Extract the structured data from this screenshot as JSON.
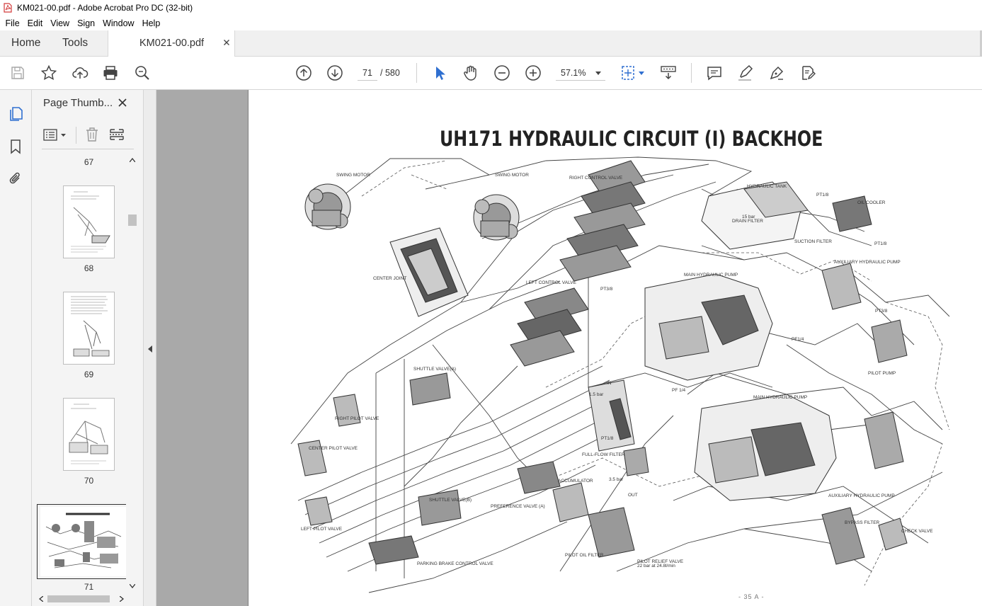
{
  "window": {
    "title": "KM021-00.pdf - Adobe Acrobat Pro DC (32-bit)"
  },
  "menu": [
    "File",
    "Edit",
    "View",
    "Sign",
    "Window",
    "Help"
  ],
  "tabs": {
    "home": "Home",
    "tools": "Tools",
    "document": "KM021-00.pdf"
  },
  "toolbar": {
    "current_page": "71",
    "page_total": "/ 580",
    "zoom": "57.1%"
  },
  "panel": {
    "title": "Page Thumb...",
    "thumbnails": [
      {
        "label": "67"
      },
      {
        "label": "68"
      },
      {
        "label": "69"
      },
      {
        "label": "70"
      },
      {
        "label": "71",
        "selected": true
      }
    ]
  },
  "document": {
    "title": "UH171  HYDRAULIC  CIRCUIT (I) BACKHOE",
    "labels": {
      "swing_motor_1": "SWING MOTOR",
      "swing_motor_2": "SWING MOTOR",
      "right_control_valve": "RIGHT CONTROL VALVE",
      "hydraulic_tank": "HYDRAULIC TANK",
      "oil_cooler": "OIL COOLER",
      "pt18_a": "PT1/8",
      "pt18_b": "PT1/8",
      "pt18_c": "PT1/8",
      "drain_filter_bar": "15 bar",
      "drain_filter": "DRAIN FILTER",
      "suction_filter": "SUCTION FILTER",
      "center_joint": "CENTER JOINT",
      "left_control_valve": "LEFT CONTROL VALVE",
      "pt38_a": "PT3/8",
      "pt38_b": "PT3/8",
      "main_pump_1": "MAIN HYDRAULIC PUMP",
      "aux_pump_1": "AUXILIARY HYDRAULIC PUMP",
      "pf14_a": "PF1/4",
      "pf14_b": "PF 1/4",
      "pilot_pump": "PILOT PUMP",
      "shuttle_a": "SHUTTLE VALVE(A)",
      "right_pilot": "RIGHT PILOT VALVE",
      "center_pilot": "CENTER PILOT VALVE",
      "left_pilot": "LEFT PILOT VALVE",
      "full_flow": "FULL-FLOW FILTER",
      "main_pump_2": "MAIN HYDRAULIC PUMP",
      "accumulator": "ACCUMULATOR",
      "shuttle_b": "SHUTTLE VALVE(B)",
      "preference": "PREFERENCE VALVE (A)",
      "bar_35": "3.5 bar",
      "bar_15": "1.5 bar",
      "aux_pump_2": "AUXILIARY HYDRAULIC PUMP",
      "bypass": "BYPASS FILTER",
      "check_valve": "CHECK VALVE",
      "pilot_oil": "PILOT OIL FILTER",
      "pilot_relief": "PILOT RELIEF VALVE",
      "pilot_relief_spec": "22 bar at 24.8l/min",
      "parking_brake": "PARKING BRAKE CONTROL VALVE",
      "in_label": "IN",
      "out_label": "OUT"
    },
    "page_number": "- 35 A -"
  }
}
